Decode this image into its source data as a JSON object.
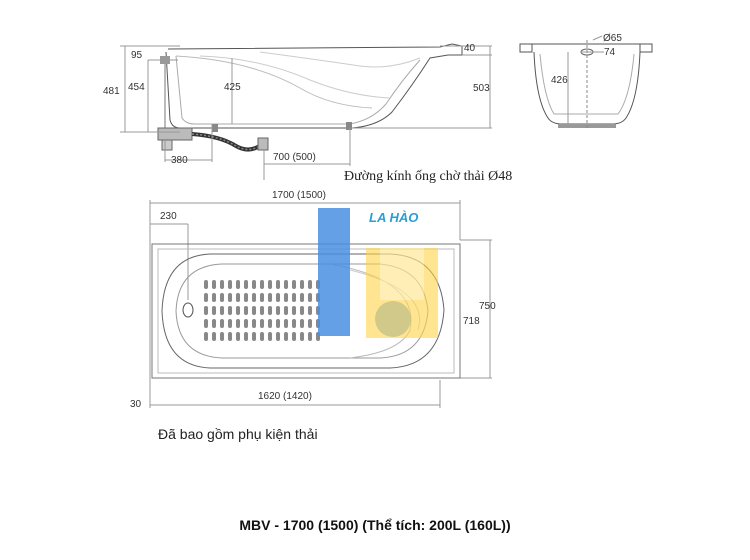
{
  "side_view": {
    "dims": {
      "d95": "95",
      "d40": "40",
      "d481": "481",
      "d454": "454",
      "d425": "425",
      "d503": "503",
      "d380": "380",
      "d700": "700 (500)"
    },
    "pipe_label": "Đường kính ống chờ thải Ø48"
  },
  "end_view": {
    "dims": {
      "d65": "Ø65",
      "d74": "74",
      "d426": "426"
    }
  },
  "top_view": {
    "dims": {
      "d1700": "1700 (1500)",
      "d230": "230",
      "d750": "750",
      "d718": "718",
      "d1620": "1620 (1420)",
      "d30": "30"
    }
  },
  "watermark": {
    "brand": "LA HÀO"
  },
  "note": "Đã bao gồm phụ kiện thải",
  "caption": "MBV - 1700 (1500) (Thể tích: 200L (160L))"
}
